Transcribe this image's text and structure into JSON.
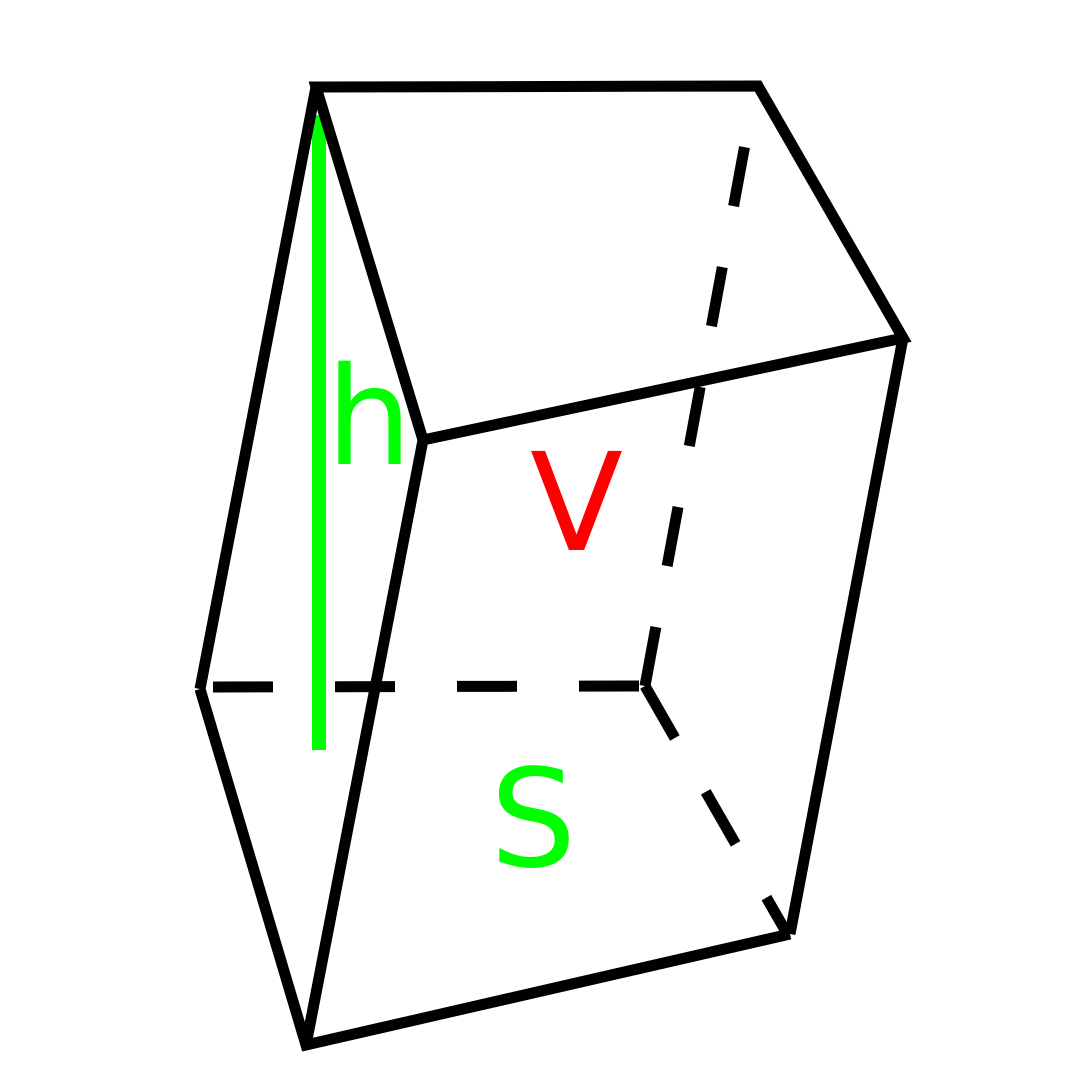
{
  "diagram": {
    "type": "oblique-triangular-prism",
    "labels": {
      "height": "h",
      "volume": "V",
      "base_area": "S"
    },
    "colors": {
      "edges": "#000000",
      "height_line": "#00ff00",
      "height_label": "#00ff00",
      "volume_label": "#ff0000",
      "base_area_label": "#00ff00",
      "background": "#ffffff"
    }
  }
}
